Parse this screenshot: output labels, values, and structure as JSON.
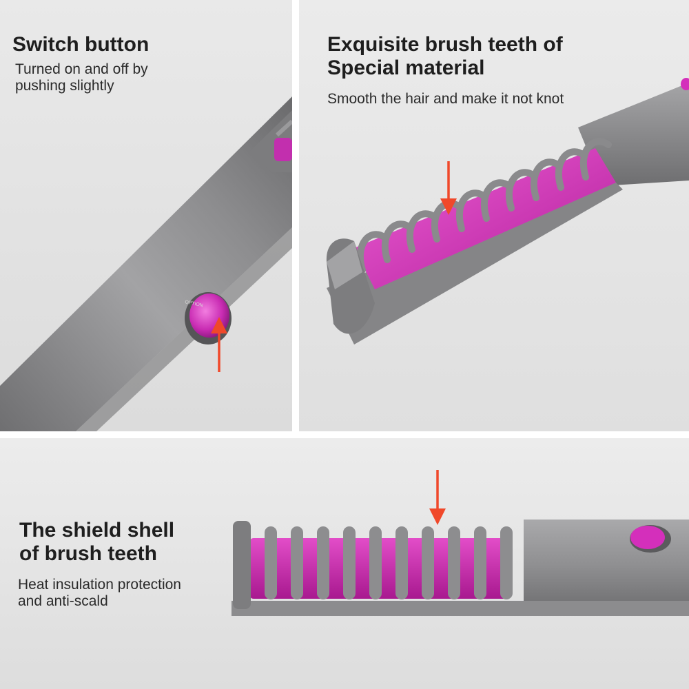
{
  "panels": {
    "switch": {
      "title": "Switch button",
      "description": "Turned on and off by pushing slightly",
      "button_label": "OPTION"
    },
    "teeth": {
      "title_line1": "Exquisite brush teeth of",
      "title_line2": "Special material",
      "description": "Smooth the hair and make it not knot"
    },
    "shell": {
      "title_line1": "The shield shell",
      "title_line2": "of brush teeth",
      "description_line1": "Heat insulation protection",
      "description_line2": "and anti-scald"
    }
  },
  "colors": {
    "body_gray": "#8e8e90",
    "accent_magenta": "#d02fb8",
    "arrow_red": "#f0482a",
    "background": "#e6e6e6"
  },
  "icons": [
    "arrow-icon"
  ]
}
